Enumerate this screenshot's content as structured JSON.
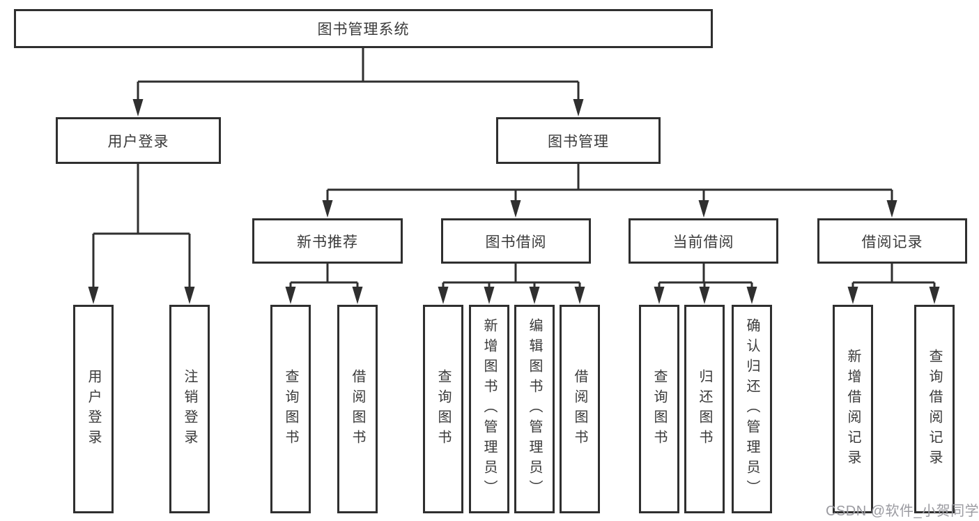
{
  "nodes": {
    "root": "图书管理系统",
    "user_login": "用户登录",
    "book_mgmt": "图书管理",
    "new_books": "新书推荐",
    "book_borrow": "图书借阅",
    "current_borrow": "当前借阅",
    "borrow_records": "借阅记录",
    "leaf_user_login": "用户登录",
    "leaf_logout": "注销登录",
    "leaf_nb_query": "查询图书",
    "leaf_nb_borrow": "借阅图书",
    "leaf_bb_query": "查询图书",
    "leaf_bb_add": "新增图书（管理员）",
    "leaf_bb_edit": "编辑图书（管理员）",
    "leaf_bb_borrow": "借阅图书",
    "leaf_cb_query": "查询图书",
    "leaf_cb_return": "归还图书",
    "leaf_cb_confirm": "确认归还（管理员）",
    "leaf_br_add": "新增借阅记录",
    "leaf_br_query": "查询借阅记录"
  },
  "watermark": "CSDN @软件_小贺同学",
  "colors": {
    "line": "#2f2f2f",
    "text": "#3a3a3a",
    "background": "#ffffff",
    "watermark": "#9b9ba1"
  }
}
